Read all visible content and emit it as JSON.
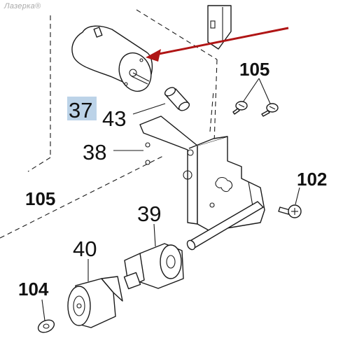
{
  "watermark": "Лазерка®",
  "arrow_color": "#b01515",
  "highlight_color": "#bcd3e8",
  "callouts": {
    "c37": "37",
    "c43": "43",
    "c38": "38",
    "c105_top": "105",
    "c105_left": "105",
    "c102": "102",
    "c39": "39",
    "c40": "40",
    "c104": "104"
  }
}
